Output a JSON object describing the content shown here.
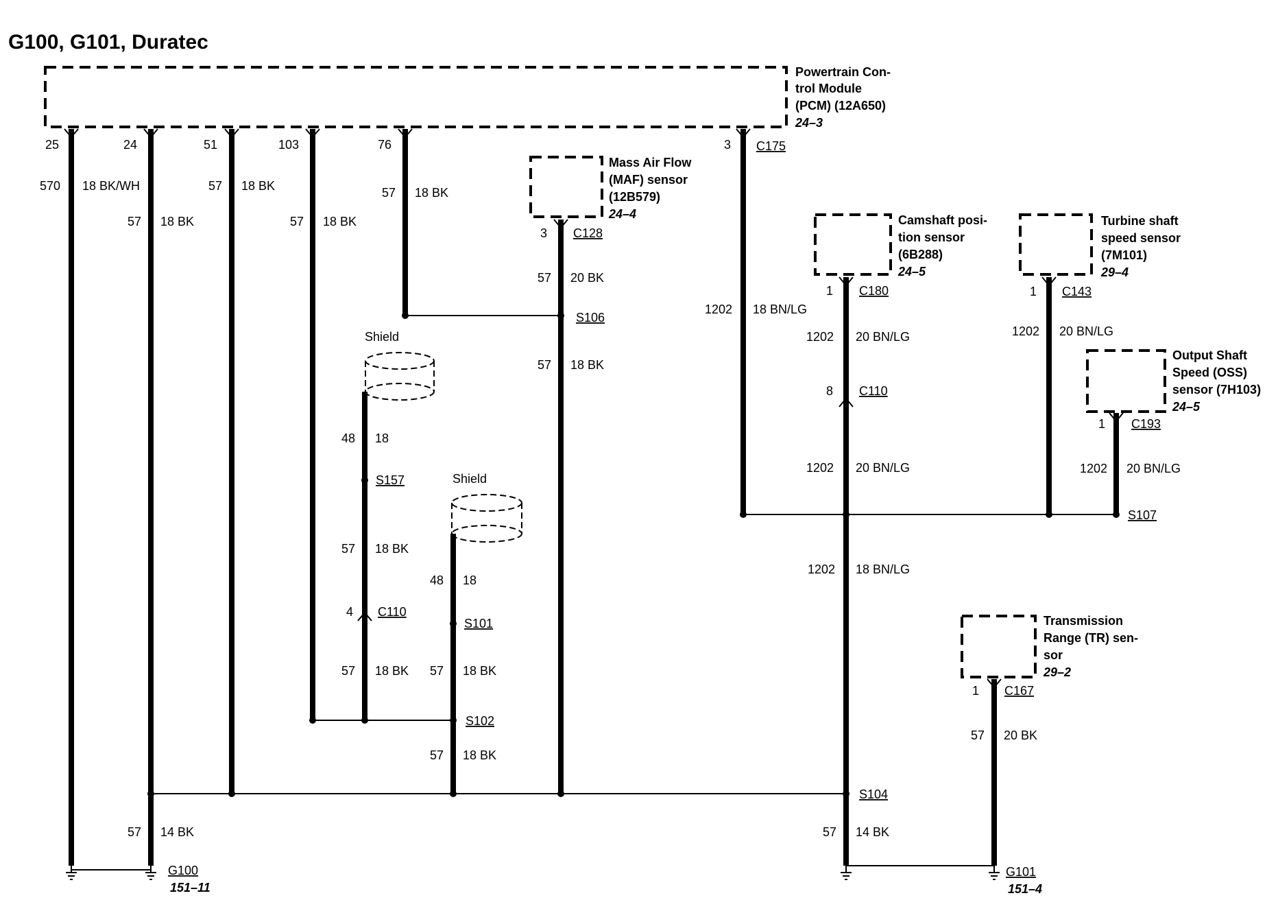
{
  "title": "G100, G101, Duratec",
  "components": {
    "pcm": {
      "lines": [
        "Powertrain Con-",
        "trol Module",
        "(PCM) (12A650)"
      ],
      "ref": "24–3"
    },
    "maf": {
      "lines": [
        "Mass Air Flow",
        "(MAF) sensor",
        "(12B579)"
      ],
      "ref": "24–4"
    },
    "cmp": {
      "lines": [
        "Camshaft posi-",
        "tion sensor",
        "(6B288)"
      ],
      "ref": "24–5"
    },
    "tss": {
      "lines": [
        "Turbine shaft",
        "speed sensor",
        "(7M101)"
      ],
      "ref": "29–4"
    },
    "oss": {
      "lines": [
        "Output Shaft",
        "Speed (OSS)",
        "sensor (7H103)"
      ],
      "ref": "24–5"
    },
    "tr": {
      "lines": [
        "Transmission",
        "Range (TR) sen-",
        "sor"
      ],
      "ref": "29–2"
    }
  },
  "pins": {
    "pcm_25": "25",
    "pcm_24": "24",
    "pcm_51": "51",
    "pcm_103": "103",
    "pcm_76": "76",
    "pcm_3": "3",
    "maf_3": "3",
    "cmp_1": "1",
    "tss_1": "1",
    "oss_1": "1",
    "tr_1": "1",
    "c110_8": "8",
    "c110_4": "4"
  },
  "connectors": {
    "c175": "C175",
    "c128": "C128",
    "c180": "C180",
    "c143": "C143",
    "c193": "C193",
    "c110_a": "C110",
    "c110_b": "C110",
    "c167": "C167"
  },
  "splices": {
    "s106": "S106",
    "s157": "S157",
    "s101": "S101",
    "s102": "S102",
    "s107": "S107",
    "s104": "S104"
  },
  "shield_label": "Shield",
  "grounds": {
    "g100": {
      "name": "G100",
      "ref": "151–11"
    },
    "g101": {
      "name": "G101",
      "ref": "151–4"
    }
  },
  "wires": {
    "w570": {
      "circuit": "570",
      "spec": "18 BK/WH"
    },
    "w24": {
      "circuit": "57",
      "spec": "18 BK"
    },
    "w51": {
      "circuit": "57",
      "spec": "18 BK"
    },
    "w103": {
      "circuit": "57",
      "spec": "18 BK"
    },
    "w76": {
      "circuit": "57",
      "spec": "18 BK"
    },
    "maf_top": {
      "circuit": "57",
      "spec": "20 BK"
    },
    "maf_bot": {
      "circuit": "57",
      "spec": "18 BK"
    },
    "pcm3": {
      "circuit": "1202",
      "spec": "18 BN/LG"
    },
    "cmp_top": {
      "circuit": "1202",
      "spec": "20 BN/LG"
    },
    "cmp_mid": {
      "circuit": "1202",
      "spec": "20 BN/LG"
    },
    "cmp_low": {
      "circuit": "1202",
      "spec": "18 BN/LG"
    },
    "tss": {
      "circuit": "1202",
      "spec": "20 BN/LG"
    },
    "oss": {
      "circuit": "1202",
      "spec": "20 BN/LG"
    },
    "sh1_top": {
      "circuit": "48",
      "spec": "18"
    },
    "sh1_mid": {
      "circuit": "57",
      "spec": "18 BK"
    },
    "sh1_low": {
      "circuit": "57",
      "spec": "18 BK"
    },
    "sh2_top": {
      "circuit": "48",
      "spec": "18"
    },
    "sh2_mid": {
      "circuit": "57",
      "spec": "18 BK"
    },
    "sh2_low": {
      "circuit": "57",
      "spec": "18 BK"
    },
    "g100_bus": {
      "circuit": "57",
      "spec": "14 BK"
    },
    "g101_bus": {
      "circuit": "57",
      "spec": "14 BK"
    },
    "tr": {
      "circuit": "57",
      "spec": "20 BK"
    }
  }
}
